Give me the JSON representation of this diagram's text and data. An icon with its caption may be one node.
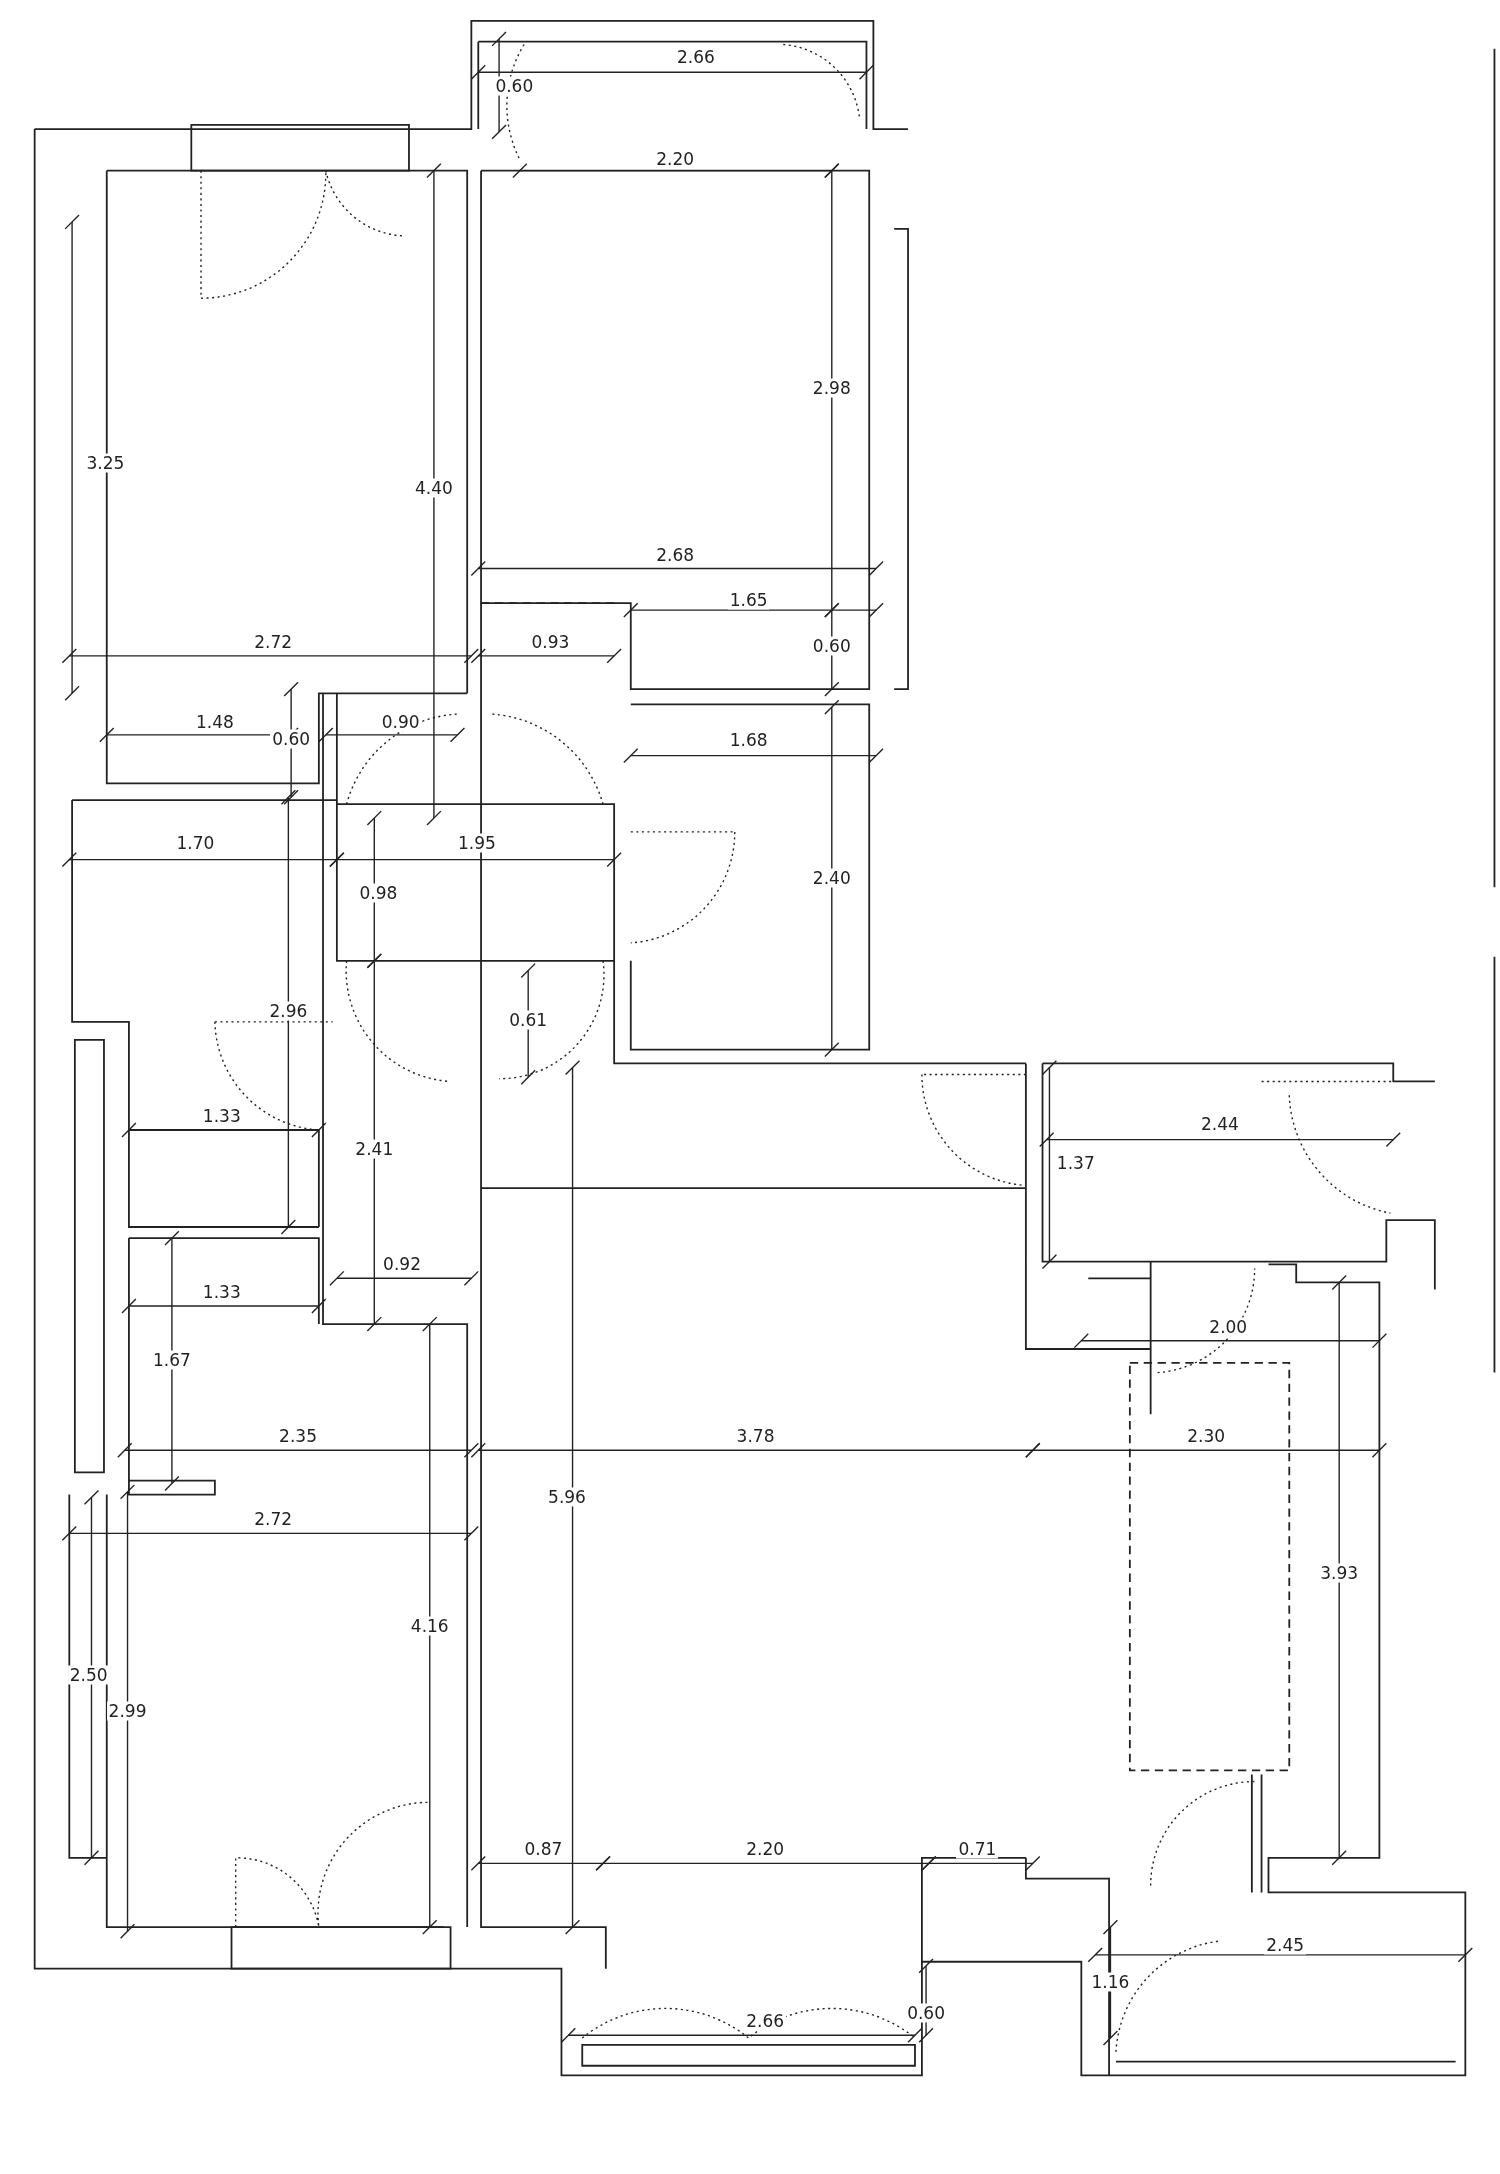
{
  "diagram": {
    "labels": [
      "2.66",
      "0.60",
      "2.20",
      "2.98",
      "3.25",
      "4.40",
      "2.68",
      "1.65",
      "2.72",
      "0.93",
      "0.60",
      "1.48",
      "0.60",
      "0.90",
      "1.68",
      "1.70",
      "1.95",
      "2.40",
      "0.98",
      "2.96",
      "0.61",
      "1.33",
      "2.44",
      "2.41",
      "1.37",
      "0.92",
      "1.33",
      "2.00",
      "1.67",
      "2.35",
      "3.78",
      "2.30",
      "5.96",
      "2.72",
      "3.93",
      "4.16",
      "2.50",
      "2.99",
      "0.87",
      "2.20",
      "0.71",
      "2.45",
      "1.16",
      "2.66",
      "0.60"
    ]
  }
}
